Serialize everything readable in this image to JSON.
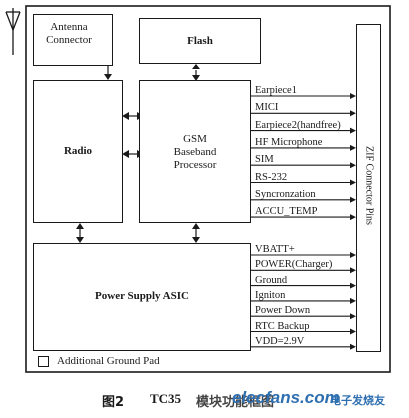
{
  "diagram": {
    "blocks": {
      "antenna": "Antenna\nConnector",
      "flash": "Flash",
      "radio": "Radio",
      "baseband": "GSM\nBaseband\nProcessor",
      "power": "Power Supply ASIC",
      "zif": "ZIF Connector Pins"
    },
    "baseband_signals": [
      "Earpiece1",
      "MICI",
      "Earpiece2(handfree)",
      "HF Microphone",
      "SIM",
      "RS-232",
      "Syncronzation",
      "ACCU_TEMP"
    ],
    "power_signals": [
      "VBATT+",
      "POWER(Charger)",
      "Ground",
      "Igniton",
      "Power Down",
      "RTC Backup",
      "VDD=2.9V"
    ],
    "legend": "Additional Ground Pad",
    "caption": {
      "figure": "图2",
      "model": "TC35",
      "title": "模块功能框图",
      "watermark_site": "elecfans.com",
      "watermark_cn": "电子发烧友"
    }
  }
}
